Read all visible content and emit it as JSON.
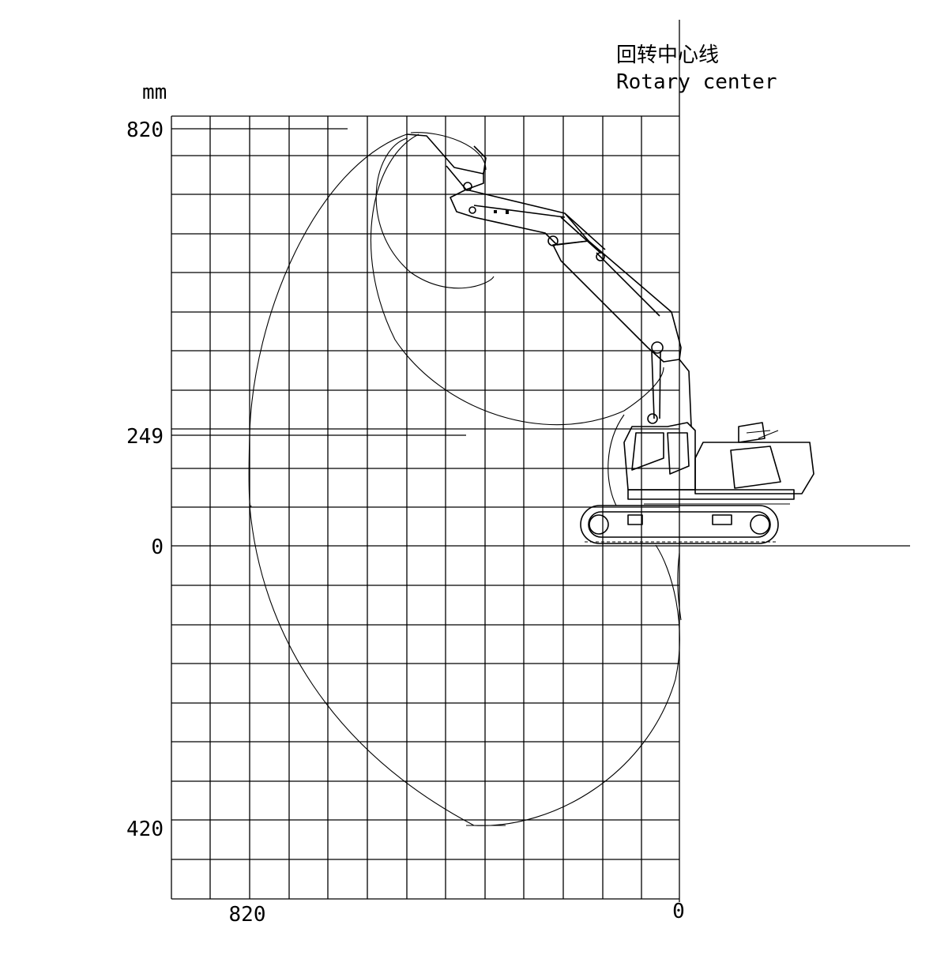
{
  "unit": "mm",
  "center_label": {
    "zh": "回转中心线",
    "en": "Rotary center"
  },
  "y_ticks": [
    {
      "label": "820",
      "value": 820
    },
    {
      "label": "249",
      "value": 249
    },
    {
      "label": "0",
      "value": 0
    },
    {
      "label": "420",
      "value": -420
    }
  ],
  "x_ticks": [
    {
      "label": "820",
      "value": 820
    },
    {
      "label": "0",
      "value": 0
    }
  ]
}
